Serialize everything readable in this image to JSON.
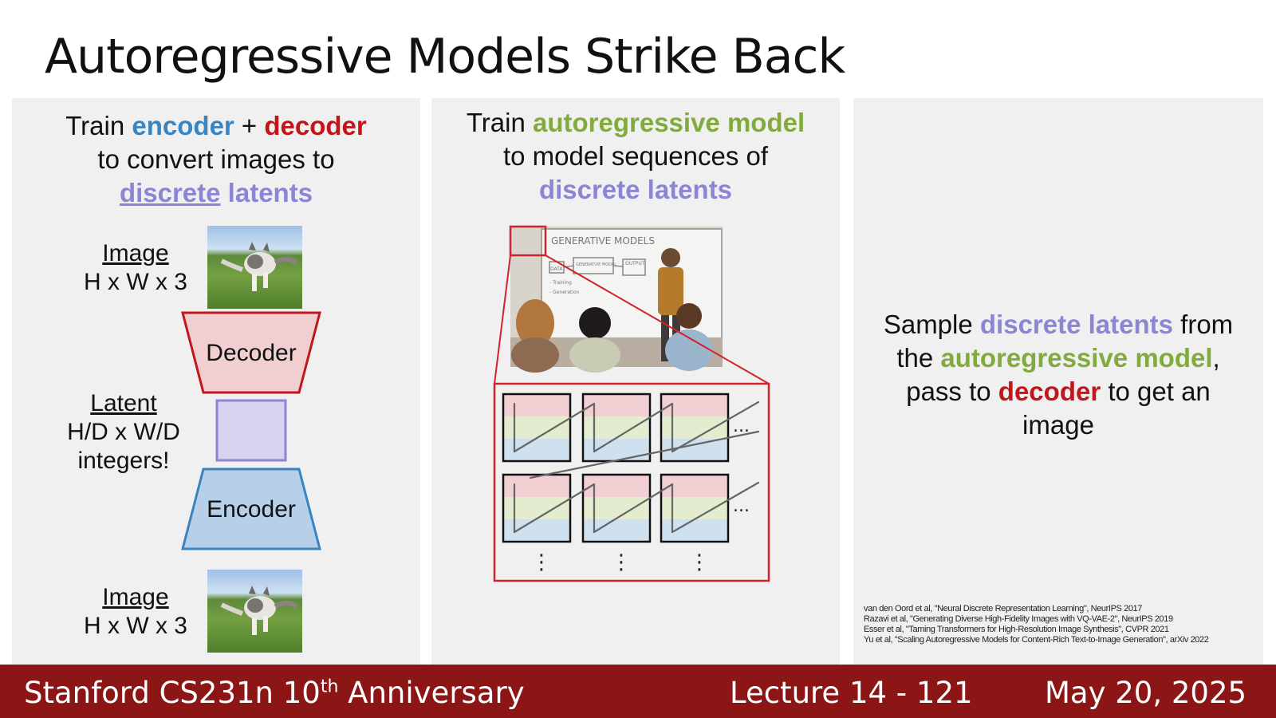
{
  "slide": {
    "title": "Autoregressive Models Strike Back"
  },
  "panel1": {
    "line1_a": "Train ",
    "line1_encoder": "encoder",
    "line1_plus": " + ",
    "line1_decoder": "decoder",
    "line2": "to convert images to",
    "line3_discrete": "discrete",
    "line3_latents": " latents",
    "image_top_label": "Image",
    "image_top_dims": "H x W x 3",
    "decoder_label": "Decoder",
    "latent_label": "Latent",
    "latent_dims": "H/D x W/D",
    "latent_note": "integers!",
    "encoder_label": "Encoder",
    "image_bottom_label": "Image",
    "image_bottom_dims": "H x W x 3"
  },
  "panel2": {
    "line1_a": "Train ",
    "line1_model": "autoregressive model",
    "line2": "to model sequences of",
    "line3": "discrete latents",
    "whiteboard_title": "GENERATIVE MODELS",
    "whiteboard_box1": "DATA",
    "whiteboard_box2": "GENERATIVE MODEL",
    "whiteboard_box3": "OUTPUT",
    "whiteboard_note1": "- Training",
    "whiteboard_note2": "- Generation",
    "ellipsis": "...",
    "vdots": "⋮"
  },
  "panel3": {
    "t1": "Sample ",
    "t2": "discrete latents",
    "t3": " from",
    "t4": "the ",
    "t5": "autoregressive model",
    "t6": ",",
    "t7": "pass to ",
    "t8": "decoder",
    "t9": " to get an",
    "t10": "image"
  },
  "references": [
    "van den Oord et al, \"Neural Discrete Representation Learning\", NeurIPS 2017",
    "Razavi et al, \"Generating Diverse High-Fidelity Images with VQ-VAE-2\", NeurIPS 2019",
    "Esser et al, \"Taming Transformers for High-Resolution Image Synthesis\", CVPR 2021",
    "Yu et al, \"Scaling Autoregressive Models for Content-Rich Text-to-Image Generation\", arXiv 2022"
  ],
  "footer": {
    "course": "Stanford CS231n 10",
    "course_sup": "th",
    "course_rest": " Anniversary",
    "lecture": "Lecture 14 -  121",
    "date": "May 20, 2025"
  },
  "colors": {
    "encoder_blue": "#3a84c0",
    "decoder_red": "#c0161c",
    "model_green": "#82aa3d",
    "latent_purple": "#8a86d4",
    "footer_bg": "#8c1515"
  }
}
